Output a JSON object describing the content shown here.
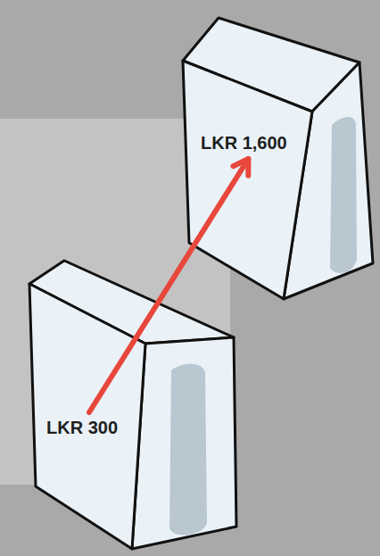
{
  "diagram": {
    "nodes": [
      {
        "text": [
          "LKR 1,600"
        ]
      },
      {
        "text": [
          "LKR 300"
        ]
      }
    ],
    "edges": [
      {
        "from": 1,
        "to": 0,
        "arrow": "to"
      }
    ]
  }
}
